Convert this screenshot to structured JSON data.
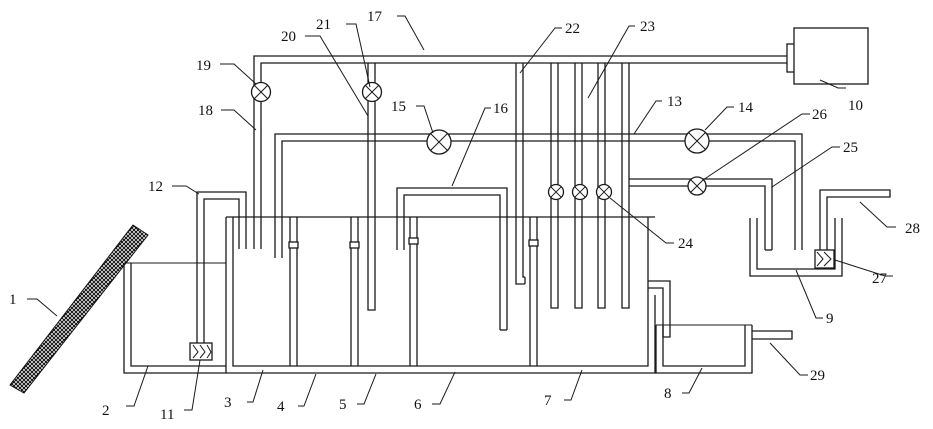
{
  "labels": {
    "l1": "1",
    "l2": "2",
    "l3": "3",
    "l4": "4",
    "l5": "5",
    "l6": "6",
    "l7": "7",
    "l8": "8",
    "l9": "9",
    "l10": "10",
    "l11": "11",
    "l12": "12",
    "l13": "13",
    "l14": "14",
    "l15": "15",
    "l16": "16",
    "l17": "17",
    "l18": "18",
    "l19": "19",
    "l20": "20",
    "l21": "21",
    "l22": "22",
    "l23": "23",
    "l24": "24",
    "l25": "25",
    "l26": "26",
    "l27": "27",
    "l28": "28",
    "l29": "29"
  },
  "colors": {
    "line": "#1a1a1a",
    "background": "#ffffff"
  }
}
